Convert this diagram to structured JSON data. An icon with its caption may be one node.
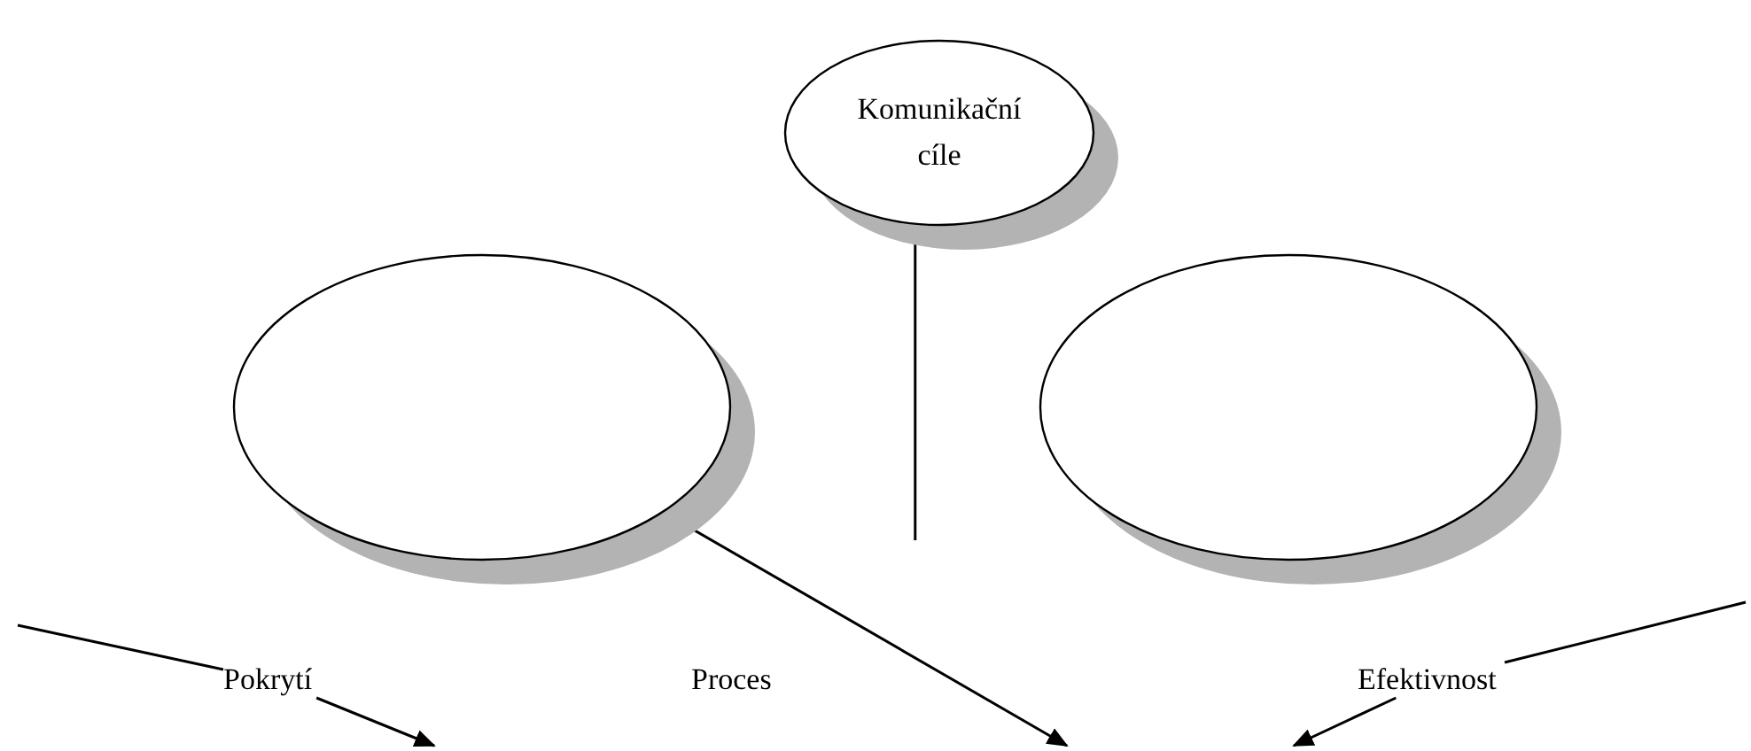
{
  "diagram": {
    "nodes": [
      {
        "text": [
          "Komunikační cíle"
        ]
      },
      {
        "text": [],
        "shape": "ellipse"
      },
      {
        "text": [],
        "shape": "ellipse"
      },
      {
        "text": [
          "Pokrytí"
        ]
      },
      {
        "text": [
          "Efektivnost"
        ]
      }
    ],
    "edges": [
      {
        "from": 0,
        "to": null,
        "arrow": "none"
      },
      {
        "from": null,
        "to": 3,
        "arrow": "none"
      },
      {
        "from": 3,
        "to": null,
        "arrow": "to"
      },
      {
        "from": 1,
        "to": null,
        "arrow": "to"
      },
      {
        "from": null,
        "to": 4,
        "arrow": "none"
      },
      {
        "from": 4,
        "to": null,
        "arrow": "to"
      }
    ],
    "labels": [
      "Proces"
    ]
  }
}
